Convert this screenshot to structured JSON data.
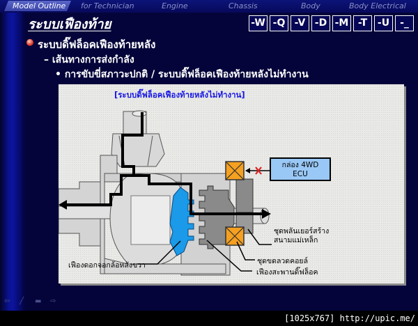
{
  "nav": {
    "tabs": [
      {
        "label": "Model Outline",
        "active": true
      },
      {
        "label": "for Technician",
        "active": false
      },
      {
        "label": "Engine",
        "active": false
      },
      {
        "label": "Chassis",
        "active": false
      },
      {
        "label": "Body",
        "active": false
      },
      {
        "label": "Body Electrical",
        "active": false
      }
    ]
  },
  "slide": {
    "title": "ระบบเฟืองท้าย",
    "keys": [
      "-W",
      "-Q",
      "-V",
      "-D",
      "-M",
      "-T",
      "-U",
      "-_"
    ],
    "bullet1": "ระบบดิ๊ฟล็อคเฟืองท้ายหลัง",
    "bullet2": "– เส้นทางการส่งกำลัง",
    "bullet3": "• การขับขี่สภาวะปกติ / ระบบดิ๊ฟล็อคเฟืองท้ายหลังไม่ทำงาน"
  },
  "diagram": {
    "title": "[ระบบดิ๊ฟล็อคเฟืองท้ายหลังไม่ทำงาน]",
    "ecu_line1": "กล่อง 4WD",
    "ecu_line2": "ECU",
    "labels": {
      "magnetic_yoke": "ชุดพลันเยอร์สร้าง",
      "magnetic_yoke_2": "สนามแม่เหล็ก",
      "coil": "ชุดขดลวดคอยล์",
      "right_side_gear": "เฟืองดอกจอกล้อหลังขวา",
      "lock_sleeve": "เฟืองสะพานดิ๊ฟล็อค"
    },
    "colors": {
      "side_gear": "#1a9ae8",
      "coil": "#f5a020",
      "ecu": "#99c8f6",
      "signal_cut": "#e02020"
    }
  },
  "bottom_nav": {
    "icons": [
      "back-arrow-icon",
      "pen-icon",
      "menu-icon",
      "forward-arrow-icon"
    ]
  },
  "footer": {
    "text": "[1025x767] http://upic.me/"
  }
}
